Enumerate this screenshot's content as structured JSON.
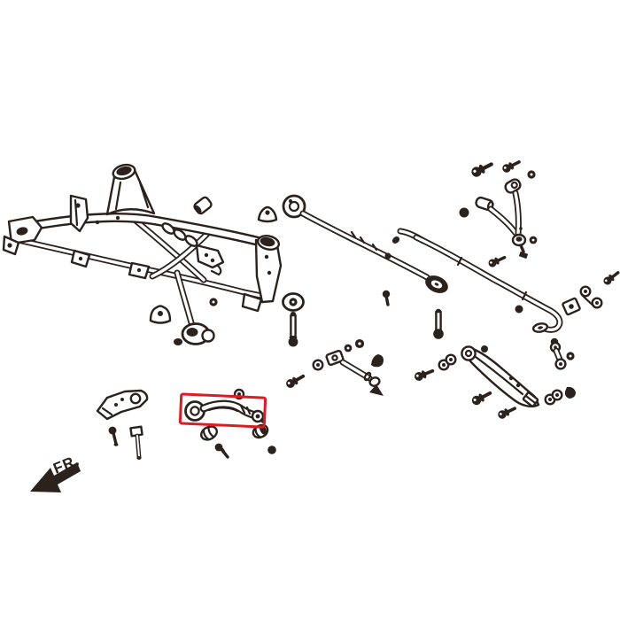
{
  "figure": {
    "direction_label": "FR.",
    "background_color": "#ffffff",
    "line_color": "#2b211d",
    "highlight_color": "#de1b22",
    "highlighted_part": "rear-camber-arm",
    "parts": [
      {
        "id": "rear-subframe",
        "name": "rear subframe / crossmember"
      },
      {
        "id": "subframe-barrel-bushing",
        "name": "small barrel bushing"
      },
      {
        "id": "cone-nut",
        "name": "cone nut"
      },
      {
        "id": "lateral-rod",
        "name": "lateral rod with eye ends"
      },
      {
        "id": "stabilizer-bar",
        "name": "stabilizer (sway) bar"
      },
      {
        "id": "stabilizer-bushing-bracket",
        "name": "stabilizer bushing and bracket"
      },
      {
        "id": "upper-control-arm",
        "name": "rear upper control arm with ball joint"
      },
      {
        "id": "upper-arm-bolts",
        "name": "upper arm mounting bolts and nuts"
      },
      {
        "id": "center-fasteners",
        "name": "center bolts, grommet and washers"
      },
      {
        "id": "toe-arm",
        "name": "toe arm / tie rod assembly"
      },
      {
        "id": "lower-control-arm",
        "name": "rear lower control arm"
      },
      {
        "id": "stabilizer-end-link",
        "name": "stabilizer end link"
      },
      {
        "id": "rear-camber-arm",
        "name": "rear camber arm (highlighted)"
      },
      {
        "id": "camber-arm-hardware",
        "name": "camber arm bushings and bolts"
      },
      {
        "id": "bracket-plate",
        "name": "mounting bracket plate with bolts"
      },
      {
        "id": "fr-direction-arrow",
        "name": "front direction arrow"
      }
    ]
  }
}
